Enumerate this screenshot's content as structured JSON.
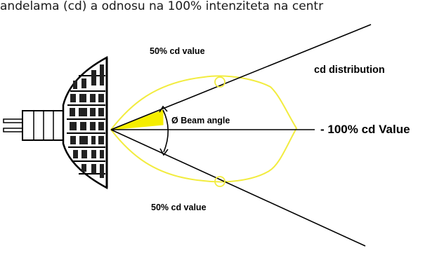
{
  "caption": "andelama (cd) a odnosu na 100% intenziteta na centr",
  "labels": {
    "top_value": "50% cd value",
    "bottom_value": "50% cd value",
    "distribution": "cd distribution",
    "beam_angle": "Ø Beam angle",
    "center_value": "- 100% cd Value"
  },
  "colors": {
    "distribution_curve": "#f2ec3f",
    "beam_fill": "#f5ee00",
    "lines": "#000000"
  },
  "icons": [
    "mr16-lamp-icon"
  ]
}
